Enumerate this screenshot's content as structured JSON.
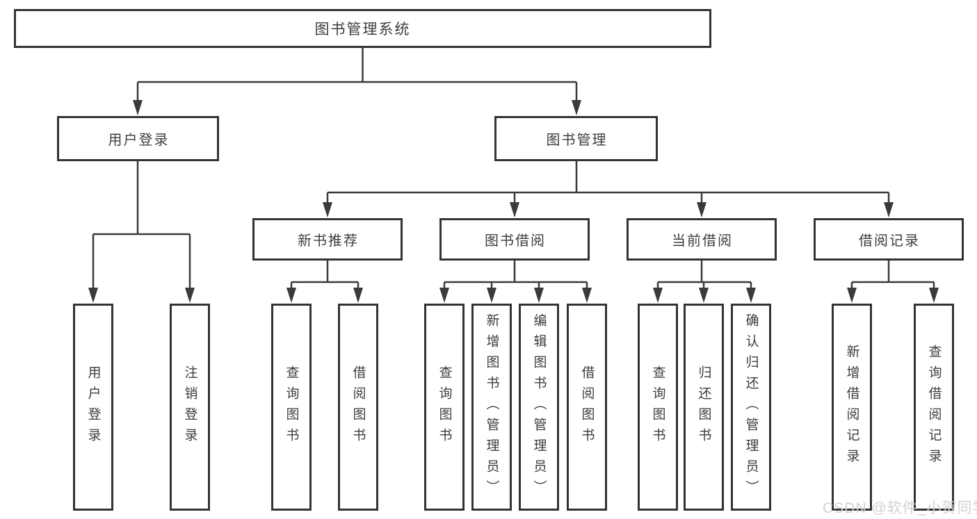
{
  "diagram": {
    "root": {
      "label": "图书管理系统"
    },
    "level2": {
      "user_login": {
        "label": "用户登录"
      },
      "book_management": {
        "label": "图书管理"
      }
    },
    "level3": {
      "new_book_recommend": {
        "label": "新书推荐"
      },
      "book_borrowing": {
        "label": "图书借阅"
      },
      "current_borrowing": {
        "label": "当前借阅"
      },
      "borrowing_records": {
        "label": "借阅记录"
      }
    },
    "leaves": {
      "user_login_leaf": {
        "label": "用户登录"
      },
      "logout": {
        "label": "注销登录"
      },
      "nbr_query_books": {
        "label": "查询图书"
      },
      "nbr_borrow_books": {
        "label": "借阅图书"
      },
      "bb_query_books": {
        "label": "查询图书"
      },
      "bb_add_books_admin": {
        "label": "新增图书（管理员）"
      },
      "bb_edit_books_admin": {
        "label": "编辑图书（管理员）"
      },
      "bb_borrow_books": {
        "label": "借阅图书"
      },
      "cb_query_books": {
        "label": "查询图书"
      },
      "cb_return_books": {
        "label": "归还图书"
      },
      "cb_confirm_return_admin": {
        "label": "确认归还（管理员）"
      },
      "br_add_record": {
        "label": "新增借阅记录"
      },
      "br_query_record": {
        "label": "查询借阅记录"
      }
    },
    "colors": {
      "line": "#3a3a3a",
      "border": "#333333",
      "text": "#3d3d3d",
      "background": "#ffffff"
    }
  },
  "watermark": {
    "text": "CSDN @软件_小贺同学",
    "color": "#d2d2d2"
  }
}
